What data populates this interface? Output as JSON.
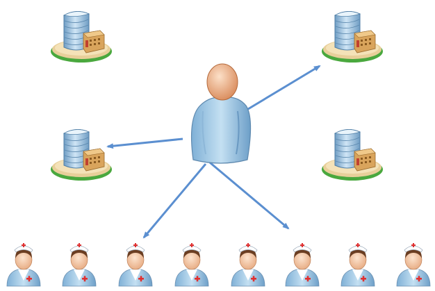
{
  "diagram": {
    "nodes": [
      {
        "id": "person",
        "type": "person-icon"
      },
      {
        "id": "building-top-left",
        "type": "hospital-building-icon"
      },
      {
        "id": "building-top-right",
        "type": "hospital-building-icon"
      },
      {
        "id": "building-mid-left",
        "type": "hospital-building-icon"
      },
      {
        "id": "building-mid-right",
        "type": "hospital-building-icon"
      },
      {
        "id": "nurse-1",
        "type": "nurse-icon"
      },
      {
        "id": "nurse-2",
        "type": "nurse-icon"
      },
      {
        "id": "nurse-3",
        "type": "nurse-icon"
      },
      {
        "id": "nurse-4",
        "type": "nurse-icon"
      },
      {
        "id": "nurse-5",
        "type": "nurse-icon"
      },
      {
        "id": "nurse-6",
        "type": "nurse-icon"
      },
      {
        "id": "nurse-7",
        "type": "nurse-icon"
      },
      {
        "id": "nurse-8",
        "type": "nurse-icon"
      }
    ],
    "edges": [
      {
        "from": "person",
        "to": "building-top-right"
      },
      {
        "from": "person",
        "to": "building-mid-left"
      },
      {
        "from": "person",
        "to": "nurse-3"
      },
      {
        "from": "person",
        "to": "nurse-6"
      }
    ],
    "colors": {
      "arrow": "#5b8fd0",
      "person_body": "#a9cce6",
      "person_head": "#f0b48c",
      "building_glass": "#9fc3de",
      "building_base": "#d9b47a",
      "lawn": "#52b445",
      "nurse_cross": "#e03030"
    }
  }
}
